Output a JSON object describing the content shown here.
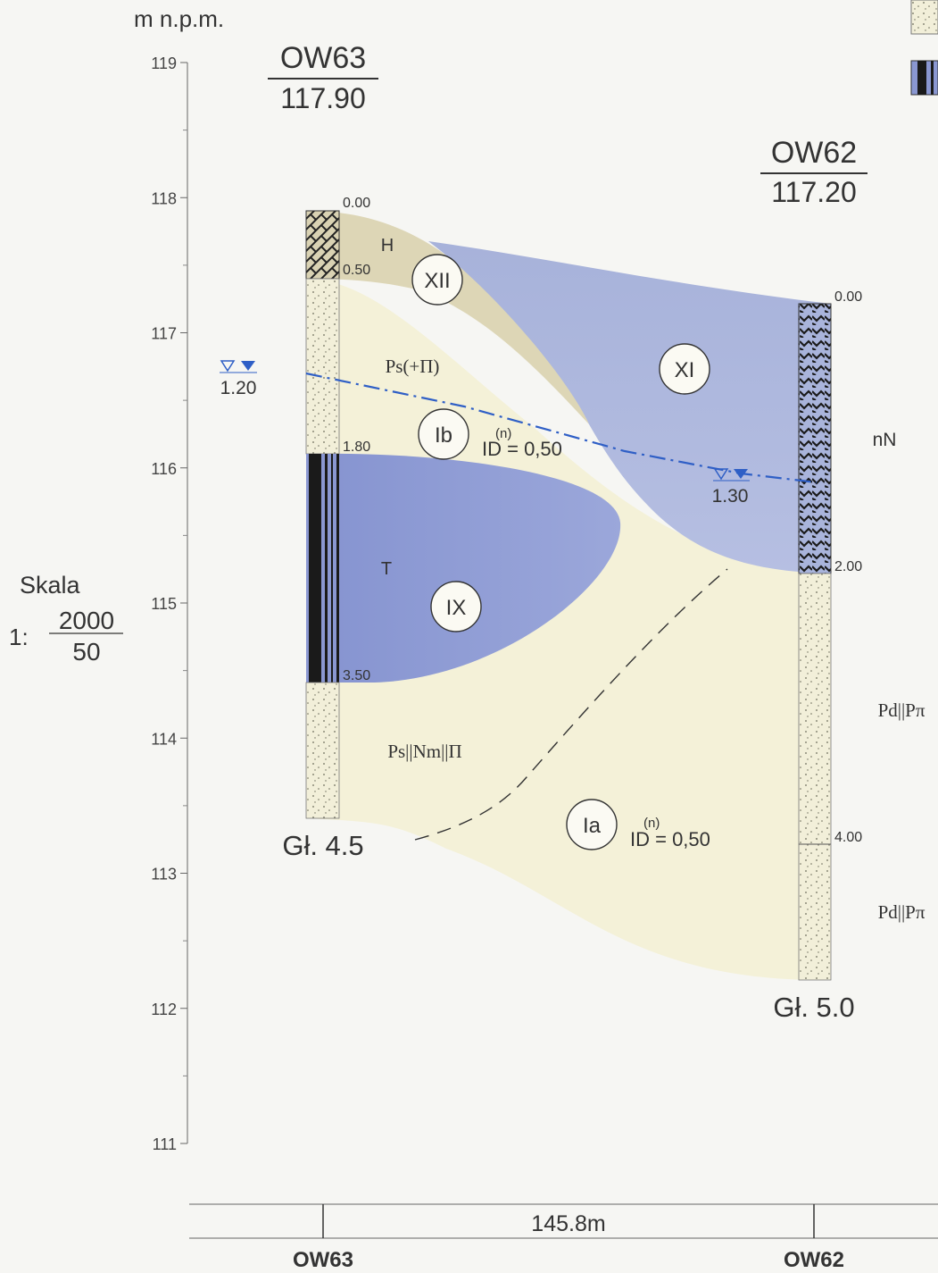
{
  "axis": {
    "unit_label": "m n.p.m.",
    "ticks": [
      "119",
      "118",
      "117",
      "116",
      "115",
      "114",
      "113",
      "112",
      "111"
    ]
  },
  "scale": {
    "label": "Skala",
    "prefix": "1:",
    "horizontal": "2000",
    "vertical": "50"
  },
  "boreholes": {
    "left": {
      "name": "OW63",
      "elevation": "117.90",
      "depth_label": "Gł. 4.5",
      "depths": [
        "0.00",
        "0.50",
        "1.80",
        "3.50"
      ],
      "water_level": "1.20"
    },
    "right": {
      "name": "OW62",
      "elevation": "117.20",
      "depth_label": "Gł. 5.0",
      "depths": [
        "0.00",
        "2.00",
        "4.00"
      ],
      "water_level": "1.30"
    }
  },
  "layers": {
    "XII": "XII",
    "XI": "XI",
    "Ib": "Ib",
    "IX": "IX",
    "Ia": "Ia"
  },
  "soil_labels": {
    "H": "H",
    "Ps_plus": "Ps(+Π)",
    "T": "T",
    "Ps_Nm": "Ps||Nm||Π",
    "nN": "nN",
    "Pd_1": "Pd||Pπ",
    "Pd_2": "Pd||Pπ"
  },
  "id_values": {
    "Ib": {
      "sup": "(n)",
      "text": "ID = 0,50"
    },
    "Ia": {
      "sup": "(n)",
      "text": "ID = 0,50"
    }
  },
  "distance": {
    "value": "145.8m",
    "left": "OW63",
    "right": "OW62"
  },
  "colors": {
    "sand": "#f4f1d8",
    "humus": "#ddd6b6",
    "blue_xi": "#a9b4db",
    "blue_ix": "#8d9bd3",
    "water": "#2f5fc6"
  }
}
